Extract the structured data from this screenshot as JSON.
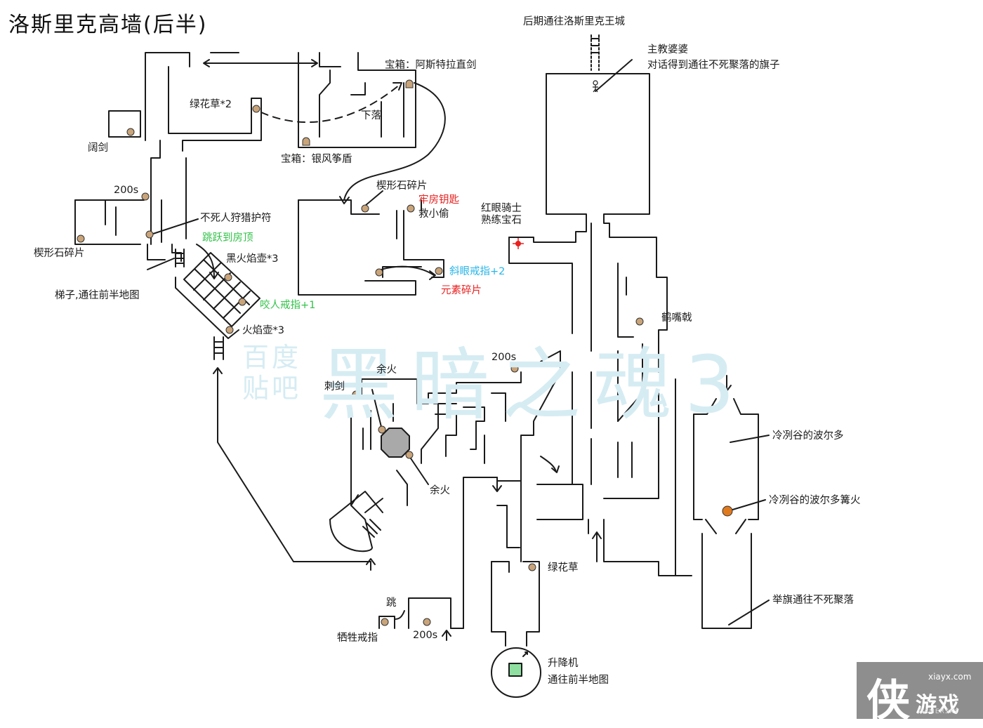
{
  "title": "洛斯里克高墙(后半)",
  "labels": {
    "later_path": "后期通往洛斯里克王城",
    "priestess": "主教婆婆",
    "priestess_note": "对话得到通往不死聚落的旗子",
    "chest_sword": "宝箱：阿斯特拉直剑",
    "green_herb2": "绿花草*2",
    "drop_down": "下落",
    "chest_shield": "宝箱：银风筝盾",
    "broadsword": "阔剑",
    "souls_200_a": "200s",
    "wedge_shard_top": "楔形石碎片",
    "prison_key": "牢房钥匙",
    "rescue_thief": "救小偷",
    "red_eye_knight": "红眼骑士",
    "refined_gem": "熟练宝石",
    "undead_charm": "不死人狩猎护符",
    "jump_roof": "跳跃到房顶",
    "wedge_shard_left": "楔形石碎片",
    "black_firebomb": "黑火焰壶*3",
    "ladder_front": "梯子,通往前半地图",
    "bite_ring": "咬人戒指+1",
    "firebomb": "火焰壶*3",
    "squint_ring": "斜眼戒指+2",
    "element_shard": "元素碎片",
    "halberd": "鹤嘴戟",
    "souls_200_b": "200s",
    "ember_1": "余火",
    "estoc": "刺剑",
    "ember_2": "余火",
    "vordt": "冷冽谷的波尔多",
    "vordt_bonfire": "冷冽谷的波尔多篝火",
    "green_herb": "绿花草",
    "banner_note": "举旗通往不死聚落",
    "jump": "跳",
    "sacrifice_ring": "牺牲戒指",
    "souls_200_c": "200s",
    "elevator": "升降机",
    "elevator_note": "通往前半地图"
  },
  "watermark": {
    "main": "黑暗之魂3",
    "small_1": "百度",
    "small_2": "贴吧"
  },
  "logo": {
    "glyph": "侠",
    "name": "游戏",
    "url": "xiayx.com",
    "sub": "GAMERSKY"
  },
  "colors": {
    "wall": "#1a1a1a",
    "item_dot": "#c9a47a",
    "bonfire": "#e07a1f",
    "boss_fog": "#a9a9a9",
    "elevator": "#8fe0a0",
    "red_text": "#e8201f",
    "cyan_text": "#29b6e8",
    "green_text": "#33c24a"
  }
}
